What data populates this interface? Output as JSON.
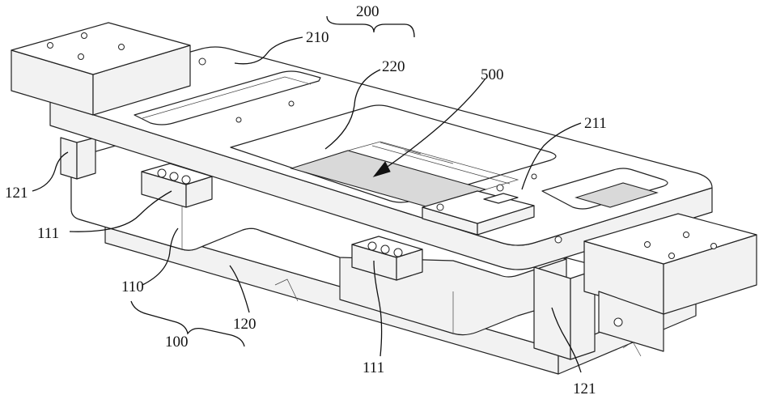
{
  "labels": {
    "assembly_200": "200",
    "plate_210": "210",
    "window_220": "220",
    "workpiece_500": "500",
    "block_211": "211",
    "post_121_left": "121",
    "post_121_right": "121",
    "block_111_left": "111",
    "block_111_bottom": "111",
    "plate_110": "110",
    "base_120": "120",
    "assembly_100": "100"
  }
}
